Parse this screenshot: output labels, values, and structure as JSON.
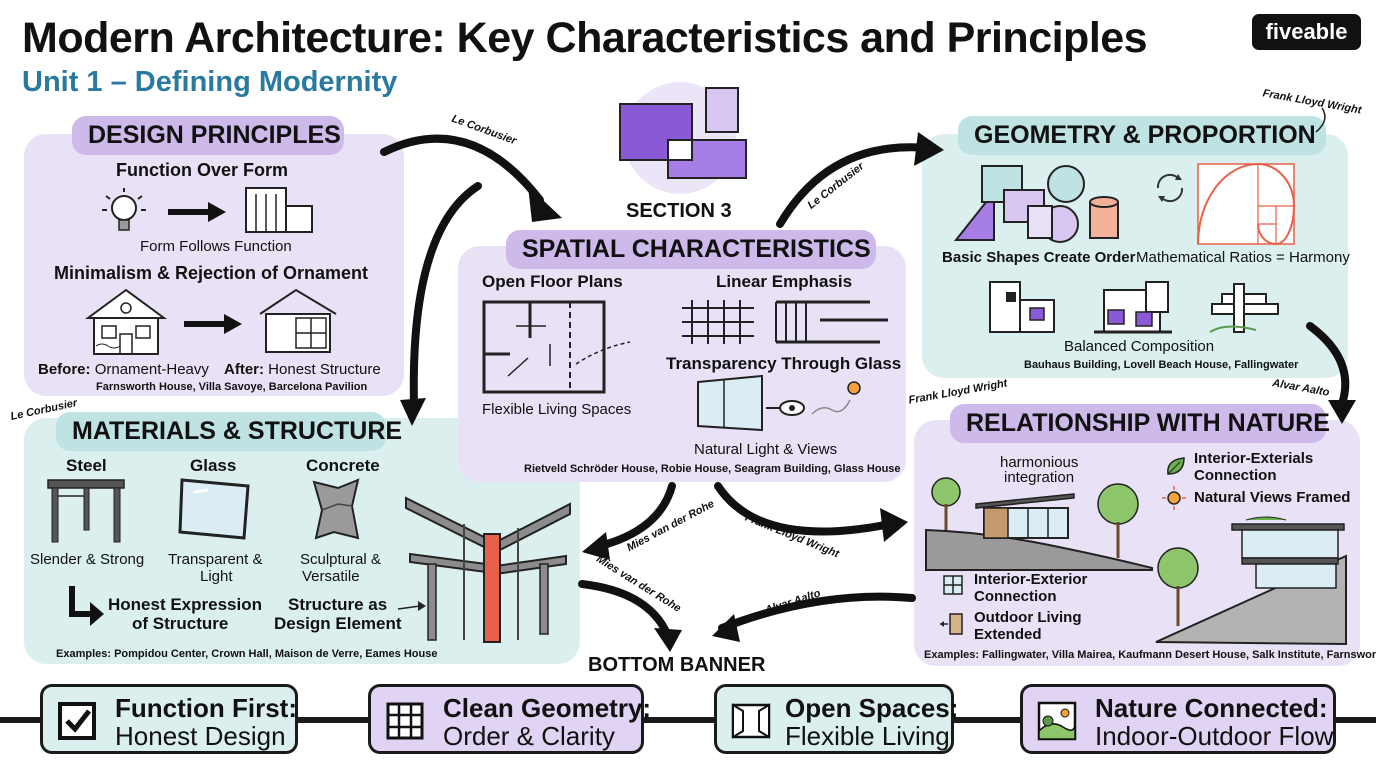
{
  "header": {
    "title": "Modern Architecture: Key Characteristics and Principles",
    "subtitle": "Unit 1 – Defining Modernity",
    "logo": "fiveable"
  },
  "design_principles": {
    "title": "DESIGN PRINCIPLES",
    "function_heading": "Function Over Form",
    "function_caption": "Form Follows Function",
    "minimalism_heading": "Minimalism & Rejection of Ornament",
    "before_label": "Before:",
    "before_text": "Ornament-Heavy",
    "after_label": "After:",
    "after_text": "Honest Structure",
    "examples": "Farnsworth House, Villa Savoye, Barcelona Pavilion"
  },
  "section": {
    "label": "SECTION 3"
  },
  "spatial": {
    "title": "SPATIAL CHARACTERISTICS",
    "open_floor": "Open Floor Plans",
    "flexible": "Flexible Living Spaces",
    "linear": "Linear Emphasis",
    "transparency": "Transparency Through Glass",
    "natural_light": "Natural Light & Views",
    "examples": "Rietveld Schröder House, Robie House, Seagram Building, Glass House"
  },
  "geometry": {
    "title": "GEOMETRY & PROPORTION",
    "basic_shapes": "Basic Shapes Create Order",
    "ratios": "Mathematical Ratios = Harmony",
    "balanced": "Balanced Composition",
    "examples": "Bauhaus Building, Lovell Beach House, Fallingwater"
  },
  "materials": {
    "title": "MATERIALS & STRUCTURE",
    "steel": "Steel",
    "glass": "Glass",
    "concrete": "Concrete",
    "steel_desc": "Slender & Strong",
    "glass_desc_1": "Transparent &",
    "glass_desc_2": "Light",
    "concrete_desc_1": "Sculptural &",
    "concrete_desc_2": "Versatile",
    "honest_1": "Honest Expression",
    "honest_2": "of Structure",
    "structure_1": "Structure as",
    "structure_2": "Design Element",
    "examples": "Examples: Pompidou Center, Crown Hall, Maison de Verre, Eames House"
  },
  "nature": {
    "title": "RELATIONSHIP WITH NATURE",
    "harmonious_1": "harmonious",
    "harmonious_2": "integration",
    "interior_exterials_1": "Interior-Exterials",
    "interior_exterials_2": "Connection",
    "natural_views": "Natural Views Framed",
    "interior_exterior_1": "Interior-Exterior",
    "interior_exterior_2": "Connection",
    "outdoor_1": "Outdoor Living",
    "outdoor_2": "Extended",
    "examples": "Examples: Fallingwater, Villa Mairea, Kaufmann Desert House, Salk Institute, Farnsworth House"
  },
  "arrow_labels": {
    "le_corbusier_top": "Le Corbusier",
    "le_corbusier_mid": "Le Corbusier",
    "le_corbusier_left": "Le Corbusier",
    "flw_top": "Frank Lloyd Wright",
    "flw_right": "Frank Lloyd Wright",
    "flw_bottom": "Frank Lloyd Wright",
    "alvar_right": "Alvar Aalto",
    "alvar_bottom": "Alvar Aalto",
    "mies_1": "Mies van der Rohe",
    "mies_2": "Mies van der Rohe"
  },
  "bottom_banner": {
    "label": "BOTTOM BANNER",
    "items": [
      {
        "line1": "Function First:",
        "line2": "Honest Design",
        "icon": "checkbox-icon"
      },
      {
        "line1": "Clean Geometry:",
        "line2": "Order & Clarity",
        "icon": "grid-icon"
      },
      {
        "line1": "Open Spaces:",
        "line2": "Flexible Living",
        "icon": "open-room-icon"
      },
      {
        "line1": "Nature Connected:",
        "line2": "Indoor-Outdoor Flow",
        "icon": "landscape-icon"
      }
    ]
  },
  "colors": {
    "purple_panel": "#e9e1f5",
    "teal_panel": "#dcefef",
    "subtitle_blue": "#2a7aa0",
    "accent_purple": "#8a5ad6",
    "accent_orange": "#e8604a"
  }
}
